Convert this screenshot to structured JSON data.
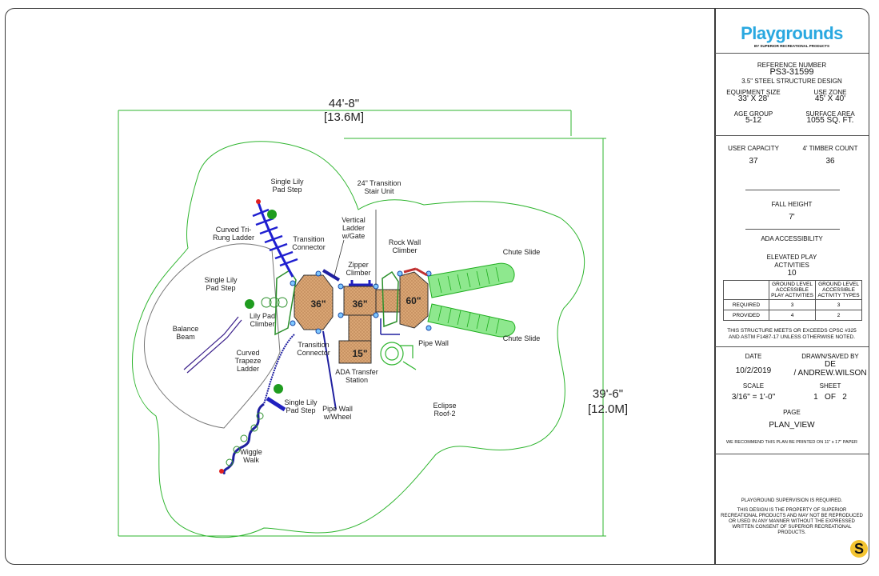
{
  "dimensions": {
    "width_ft": "44'-8\"",
    "width_m": "[13.6M]",
    "depth_ft": "39'-6\"",
    "depth_m": "[12.0M]"
  },
  "deck_labels": {
    "deck1": "36\"",
    "deck2": "36\"",
    "deck3": "60\"",
    "deck4": "15\""
  },
  "components": {
    "single_lily_pad_step_top": "Single Lily Pad Step",
    "curved_tri_rung_ladder": "Curved Tri-Rung Ladder",
    "transition_connector_top": "Transition Connector",
    "transition_stair_unit": "24\" Transition Stair Unit",
    "vertical_ladder": "Vertical Ladder w/Gate",
    "rock_wall_climber": "Rock Wall Climber",
    "chute_slide_top": "Chute Slide",
    "zipper_climber": "Zipper Climber",
    "single_lily_pad_step_left": "Single Lily Pad Step",
    "lily_pad_climber": "Lily Pad Climber",
    "balance_beam": "Balance Beam",
    "curved_trapeze_ladder": "Curved Trapeze Ladder",
    "transition_connector_bottom": "Transition Connector",
    "ada_transfer_station": "ADA Transfer Station",
    "pipe_wall_right": "Pipe Wall",
    "chute_slide_bottom": "Chute Slide",
    "single_lily_pad_step_bottom": "Single Lily Pad Step",
    "pipe_wall_wheel": "Pipe Wall w/Wheel",
    "eclipse_roof": "Eclipse Roof-2",
    "wiggle_walk": "Wiggle Walk"
  },
  "title_block": {
    "brand": "Playgrounds",
    "brand_sub": "BY SUPERIOR RECREATIONAL PRODUCTS",
    "reference_label": "REFERENCE NUMBER",
    "reference_number": "PS3-31599",
    "structure_design": "3.5\" STEEL STRUCTURE DESIGN",
    "equipment_size_label": "EQUIPMENT SIZE",
    "equipment_size": "33' X 28'",
    "use_zone_label": "USE ZONE",
    "use_zone": "45' X 40'",
    "age_group_label": "AGE GROUP",
    "age_group": "5-12",
    "surface_area_label": "SURFACE AREA",
    "surface_area": "1055 SQ. FT.",
    "user_capacity_label": "USER CAPACITY",
    "user_capacity": "37",
    "timber_count_label": "4' TIMBER COUNT",
    "timber_count": "36",
    "fall_height_label": "FALL HEIGHT",
    "fall_height": "7'",
    "ada_label": "ADA ACCESSIBILITY",
    "elevated_label": "ELEVATED PLAY ACTIVITIES",
    "elevated_value": "10",
    "ada_col1": "GROUND LEVEL ACCESSIBLE PLAY ACTIVITIES",
    "ada_col2": "GROUND LEVEL ACCESSIBLE ACTIVITY TYPES",
    "required_label": "REQUIRED",
    "required_1": "3",
    "required_2": "3",
    "provided_label": "PROVIDED",
    "provided_1": "4",
    "provided_2": "2",
    "cpsc_note": "THIS STRUCTURE MEETS OR EXCEEDS CPSC #325 AND ASTM F1487-17 UNLESS OTHERWISE NOTED.",
    "date_label": "DATE",
    "date": "10/2/2019",
    "drawn_label": "DRAWN/SAVED BY",
    "drawn_by_1": "DE",
    "drawn_by_2": "/ ANDREW.WILSON",
    "scale_label": "SCALE",
    "scale": "3/16\" = 1'-0\"",
    "sheet_label": "SHEET",
    "sheet": "1   OF   2",
    "page_label": "PAGE",
    "page": "PLAN_VIEW",
    "print_note": "WE RECOMMEND THIS PLAN BE PRINTED ON 11\" x 17\" PAPER",
    "supervision": "PLAYGROUND SUPERVISION IS REQUIRED.",
    "property_note": "THIS DESIGN IS THE PROPERTY OF SUPERIOR RECREATIONAL PRODUCTS AND MAY NOT BE REPRODUCED OR USED IN ANY MANNER WITHOUT THE EXPRESSED WRITTEN CONSENT OF SUPERIOR RECREATIONAL PRODUCTS.",
    "s_logo": "S"
  },
  "colors": {
    "use_zone": "#2fb52f",
    "deck_fill": "#d9a574",
    "structure": "#2a2a8a",
    "climber": "#1f1fd0",
    "slide": "#33d633",
    "accent": "#29a8e0"
  }
}
